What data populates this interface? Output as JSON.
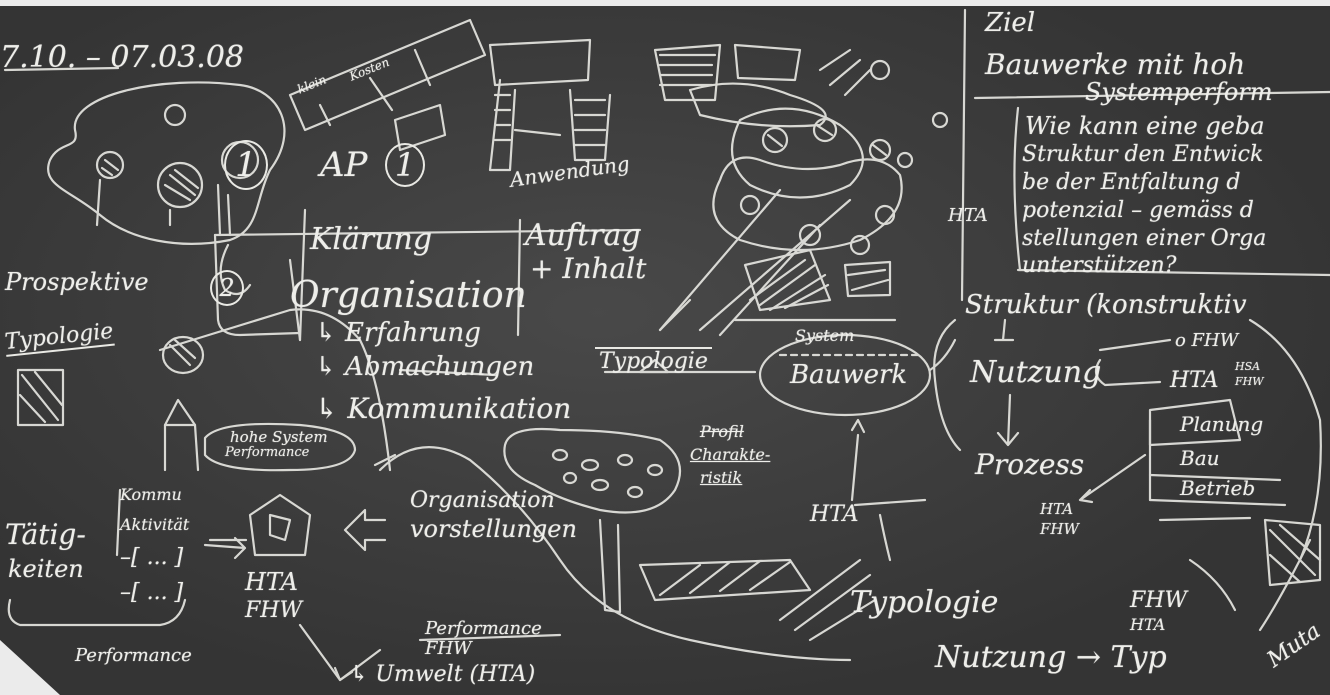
{
  "colors": {
    "board": "#3f3f3f",
    "chalk": "#eeeeea",
    "paper": "#ffffff"
  },
  "texts": {
    "date": "7.10. – 07.03.08",
    "ziel": "Ziel",
    "goal1": "Bauwerke mit hoh",
    "goal2": "Systemperform",
    "q1": "Wie kann eine geba",
    "q2": "Struktur den Entwick",
    "q3": "be der Entfaltung d",
    "q4": "potenzial – gemäss d",
    "q5": "stellungen einer Orga",
    "q6": "unterstützen?",
    "ap": "AP",
    "one": "1",
    "two": "2",
    "anwendung": "Anwendung",
    "klaerung": "Klärung",
    "auftrag": "Auftrag",
    "inhalt": "+ Inhalt",
    "organisation": "Organisation",
    "erfahrung": "↳ Erfahrung",
    "abmachungen": "↳ Abmachungen",
    "typologie_box": "Typologie",
    "kommunikation": "↳ Kommunikation",
    "prospektive": "Prospektive",
    "typologie_left": "Typologie",
    "hohe_system": "hohe System",
    "performance_small": "Performance",
    "kommunikation_small": "Kommu",
    "aktivitaet": "Aktivität",
    "dots1": "–[ ... ]",
    "dots2": "–[ ... ]",
    "taetig": "Tätig-",
    "keiten": "keiten",
    "hta_left": "HTA",
    "fhw_left": "FHW",
    "performance_bottom": "Performance",
    "performance_bl": "Performance",
    "fhw_bottom": "FHW",
    "umwelt": "↳ Umwelt (HTA)",
    "org_vorstellungen1": "Organisation",
    "org_vorstellungen2": "vorstellungen",
    "profil": "Profil",
    "charakteristik1": "Charakte-",
    "charakteristik2": "ristik",
    "hta_mid": "HTA",
    "system": "System",
    "bauwerk": "Bauwerk",
    "typologie_bottom": "Typologie",
    "nutzung_typ": "Nutzung → Typ",
    "hta_right": "HTA",
    "struktur": "Struktur (konstruktiv",
    "nutzung": "Nutzung",
    "prozess": "Prozess",
    "fhw_o": "o FHW",
    "hta_n": "HTA",
    "hsa_small": "HSA",
    "fhw_small": "FHW",
    "planung": "Planung",
    "bau": "Bau",
    "betrieb": "Betrieb",
    "hta_fhw1": "HTA",
    "hta_fhw2": "FHW",
    "fhw_br": "FHW",
    "hta_br": "HTA",
    "muta": "Muta",
    "klein": "klein",
    "kosten": "Kosten"
  }
}
